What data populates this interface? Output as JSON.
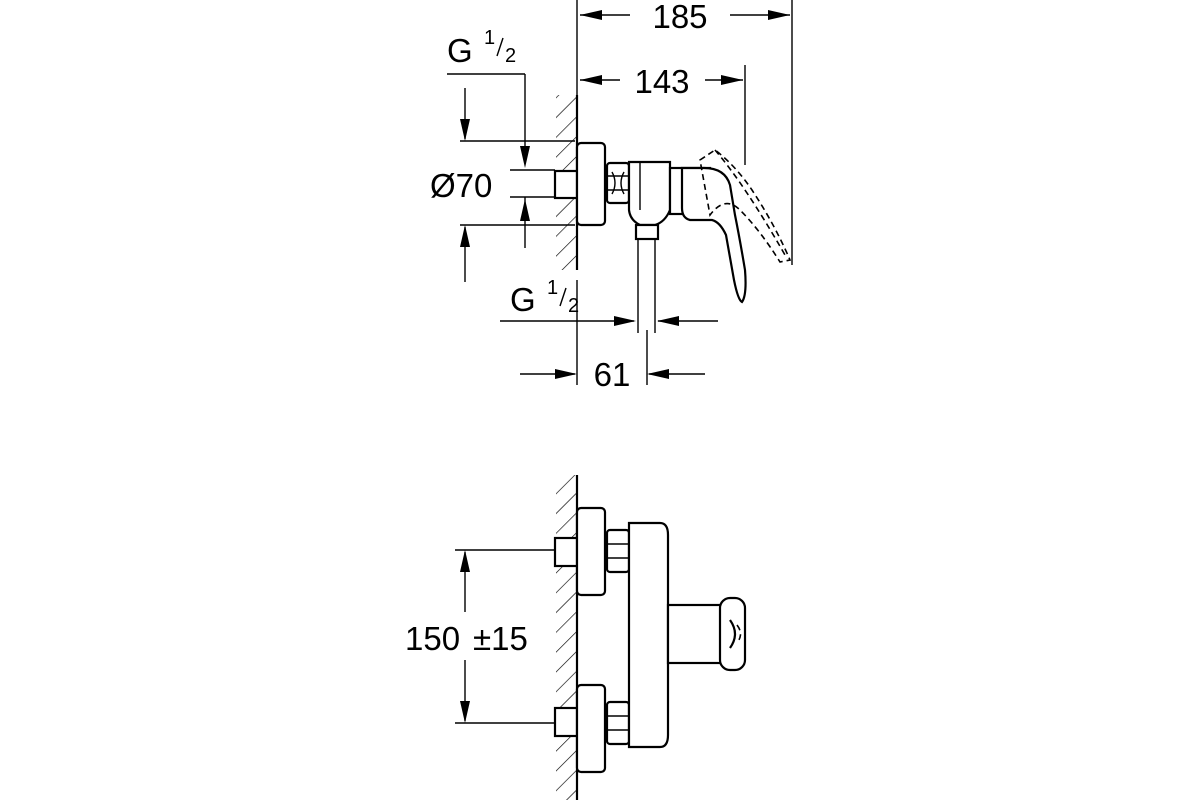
{
  "labels": {
    "dim_185": "185",
    "dim_143": "143",
    "thread_top": "G",
    "thread_top_num": "1",
    "thread_top_den": "2",
    "dim_dia": "Ø70",
    "thread_bottom": "G",
    "thread_bottom_num": "1",
    "thread_bottom_den": "2",
    "dim_61": "61",
    "dim_150": "150",
    "dim_150_tol": "±15"
  }
}
